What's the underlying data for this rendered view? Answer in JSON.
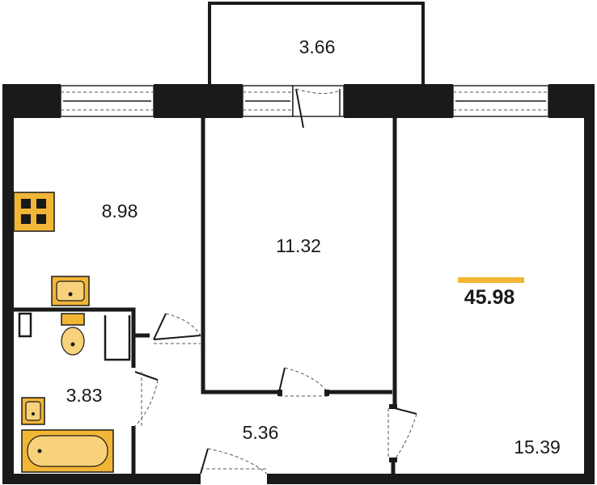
{
  "plan": {
    "total_area": "45.98",
    "accent_color": "#f2b636",
    "rooms": [
      {
        "id": "balcony",
        "area": "3.66"
      },
      {
        "id": "kitchen",
        "area": "8.98"
      },
      {
        "id": "bedroom",
        "area": "11.32"
      },
      {
        "id": "living-room",
        "area": "15.39"
      },
      {
        "id": "bathroom",
        "area": "3.83"
      },
      {
        "id": "hallway",
        "area": "5.36"
      }
    ],
    "fixtures": [
      "stove-icon",
      "kitchen-sink-icon",
      "toilet-icon",
      "washbasin-icon",
      "bathtub-icon"
    ]
  }
}
